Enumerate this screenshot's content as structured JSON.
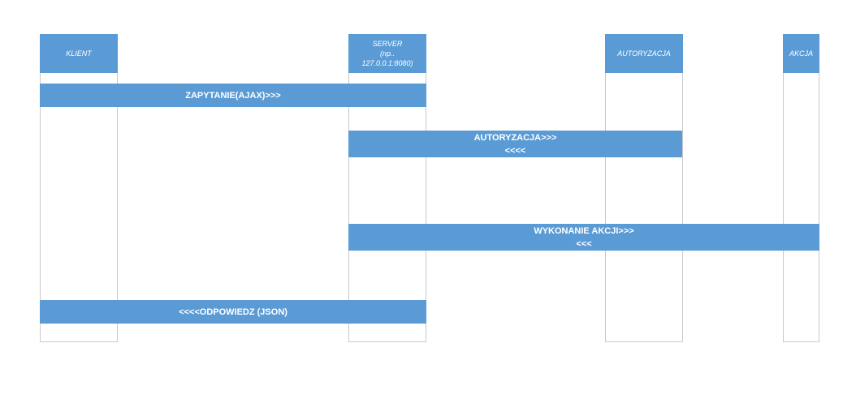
{
  "lanes": [
    {
      "id": "klient",
      "label": "KLIENT"
    },
    {
      "id": "server",
      "label": "SERVER\n(np..\n127.0.0.1:8080)"
    },
    {
      "id": "autoryzacja",
      "label": "AUTORYZACJA"
    },
    {
      "id": "akcja",
      "label": "AKCJA"
    }
  ],
  "messages": [
    {
      "id": "zapytanie",
      "line1": "ZAPYTANIE(AJAX)>>>",
      "line2": ""
    },
    {
      "id": "autoryzacja",
      "line1": "AUTORYZACJA>>>",
      "line2": "<<<<"
    },
    {
      "id": "wykonanie",
      "line1": "WYKONANIE AKCJI>>>",
      "line2": "<<<"
    },
    {
      "id": "odpowiedz",
      "line1": "<<<<ODPOWIEDZ (JSON)",
      "line2": ""
    }
  ]
}
